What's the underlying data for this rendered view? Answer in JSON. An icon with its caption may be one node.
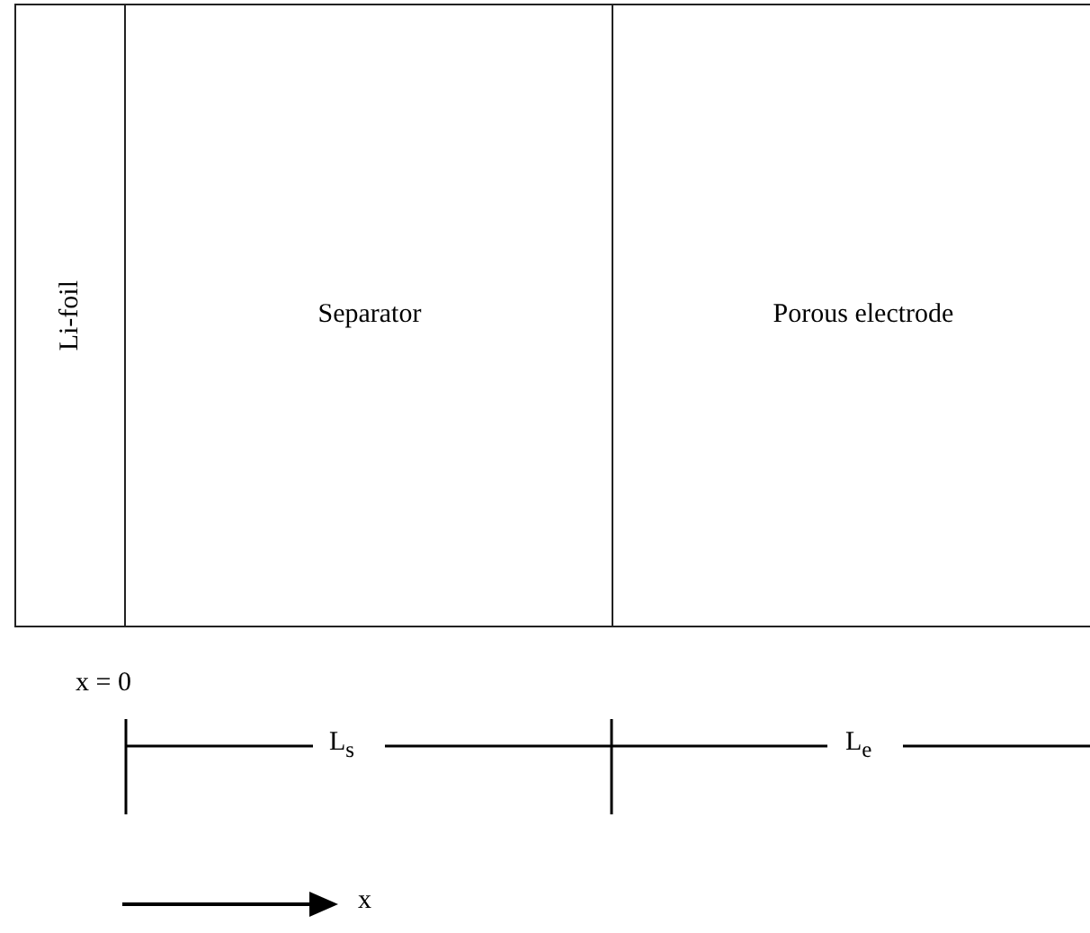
{
  "diagram": {
    "nodes": [
      {
        "text": [
          "Li-foil"
        ]
      },
      {
        "text": [
          "Separator"
        ]
      },
      {
        "text": [
          "Porous electrode"
        ]
      }
    ],
    "labels": [
      "x = 0",
      "L$_{s}$",
      "L$_{e}$",
      "x"
    ]
  }
}
